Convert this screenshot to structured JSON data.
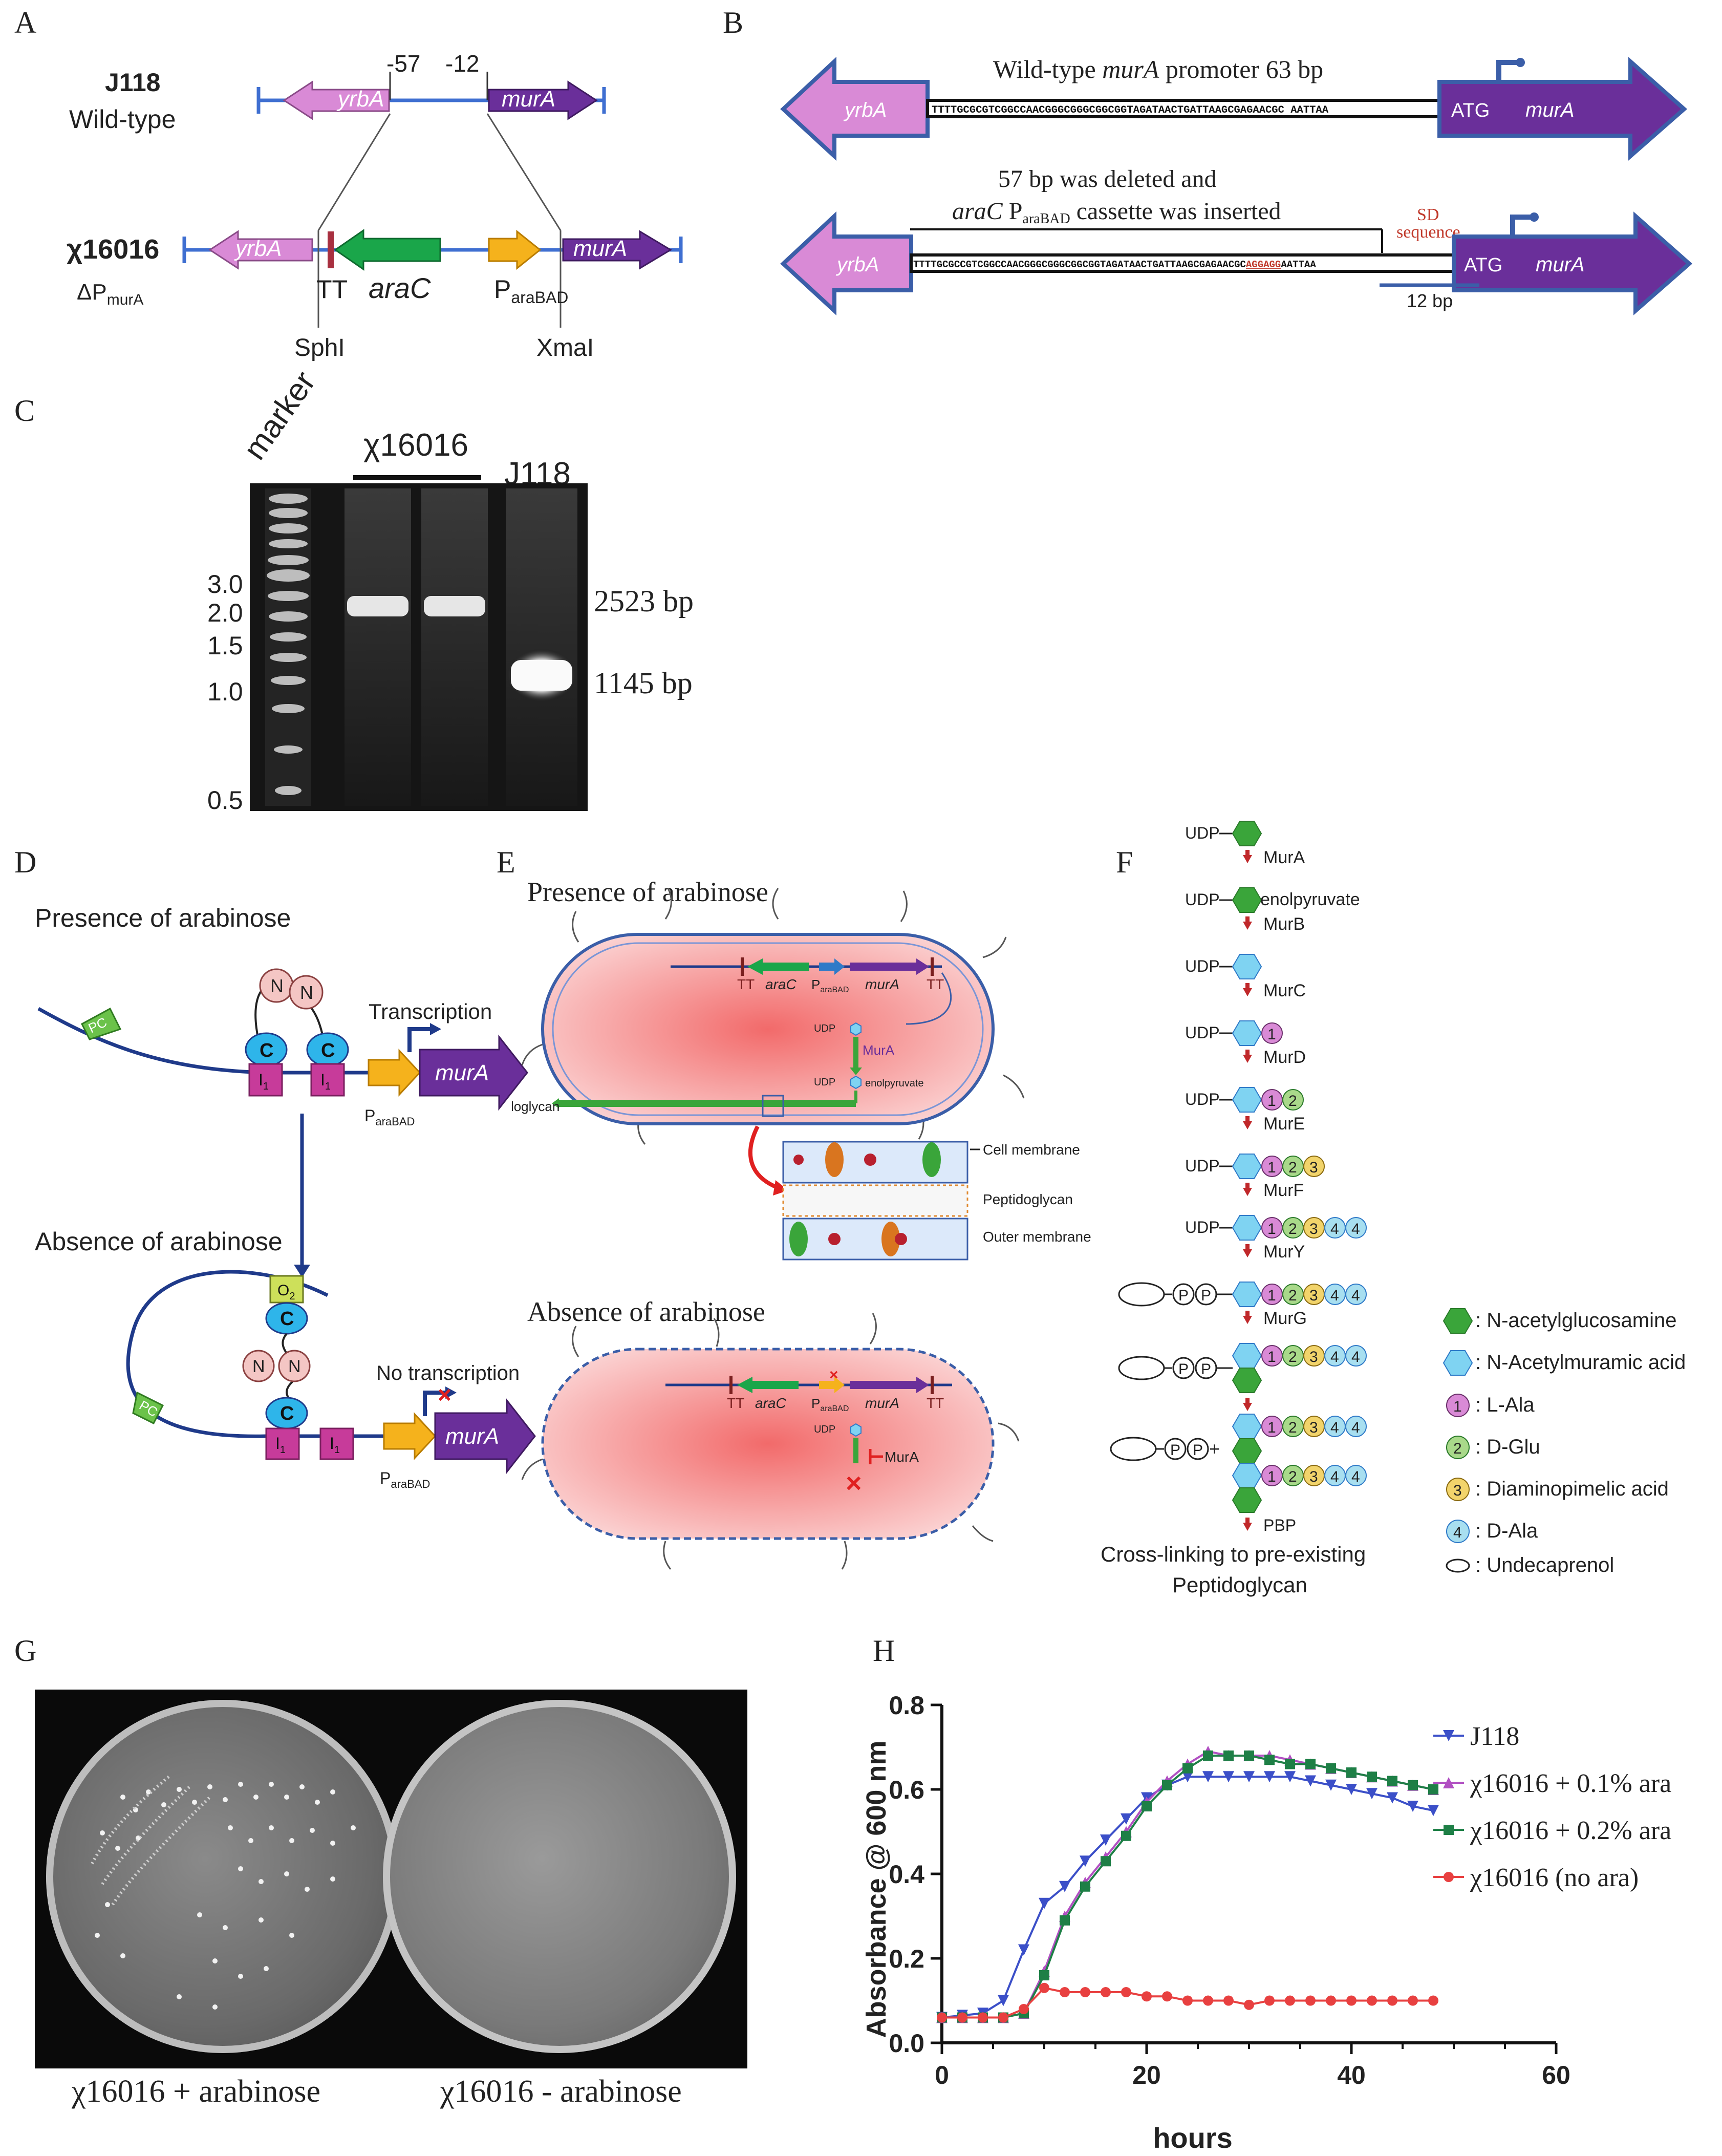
{
  "panel_labels": {
    "A": "A",
    "B": "B",
    "C": "C",
    "D": "D",
    "E": "E",
    "F": "F",
    "G": "G",
    "H": "H"
  },
  "panel_a": {
    "strain_wt": "J118",
    "strain_wt_sub": "Wild-type",
    "pos_57": "-57",
    "pos_12": "-12",
    "gene_yrbA": "yrbA",
    "gene_murA": "murA",
    "strain_mut": "χ16016",
    "strain_mut_sub_main": "ΔP",
    "strain_mut_sub_sub": "murA",
    "tt": "TT",
    "araC": "araC",
    "para_main": "P",
    "para_sub": "araBAD",
    "sphI": "SphI",
    "xmaI": "XmaI"
  },
  "panel_b": {
    "title_wt_pre": "Wild-type ",
    "title_wt_gene": "murA",
    "title_wt_post": " promoter 63 bp",
    "seq_wt": "TTTTGCGCGTCGGCCAACGGGCGGGCGGCGGTAGATAACTGATTAAGCGAGAACGC AATTAA",
    "atg": "ATG",
    "yrbA": "yrbA",
    "murA": "murA",
    "deleted_line1": "57 bp was deleted and",
    "deleted_line2_gene": "araC",
    "deleted_line2_p": " P",
    "deleted_line2_sub": "araBAD",
    "deleted_line2_post": " cassette was inserted",
    "sd_line1": "SD",
    "sd_line2": "sequence",
    "seq_mut_pre": "TTTTGCGCCGTCGGCCAACGGGCGGGCGGCGGTAGATAACTGATTAAGCGAGAACGC",
    "seq_mut_sd": "AGGAGG",
    "seq_mut_post": "AATTAA",
    "bp12": "12 bp",
    "sd_color": "#c0392b"
  },
  "panel_c": {
    "marker": "marker",
    "lane_mut": "χ16016",
    "lane_wt": "J118",
    "ladder": [
      "3.0",
      "2.0",
      "1.5",
      "1.0",
      "0.5"
    ],
    "band_top": "2523 bp",
    "band_bottom": "1145 bp"
  },
  "panel_d": {
    "presence": "Presence of arabinose",
    "absence": "Absence of arabinose",
    "transcription": "Transcription",
    "no_transcription": "No transcription",
    "pc": "PC",
    "n": "N",
    "c": "C",
    "i1_main": "I",
    "i1_sub": "1",
    "o2_main": "O",
    "o2_sub": "2",
    "murA": "murA",
    "para_main": "P",
    "para_sub": "araBAD"
  },
  "panel_e": {
    "presence": "Presence of arabinose",
    "absence": "Absence of arabinose",
    "tt": "TT",
    "araC": "araC",
    "para_main": "P",
    "para_sub": "araBAD",
    "murA": "murA",
    "udp": "UDP",
    "mura_enzyme": "MurA",
    "enolpyruvate": "enolpyruvate",
    "peptidoglycan": "Peptidoglycan",
    "cell_membrane": "Cell membrane",
    "peptidoglycan_layer": "Peptidoglycan",
    "outer_membrane": "Outer membrane"
  },
  "panel_f": {
    "steps": [
      {
        "label": "UDP",
        "enzyme": "MurA",
        "extra": "",
        "circles": []
      },
      {
        "label": "UDP",
        "enzyme": "MurB",
        "extra": "enolpyruvate",
        "circles": []
      },
      {
        "label": "UDP",
        "enzyme": "MurC",
        "extra": "",
        "circles": []
      },
      {
        "label": "UDP",
        "enzyme": "MurD",
        "extra": "",
        "circles": [
          "1"
        ]
      },
      {
        "label": "UDP",
        "enzyme": "MurE",
        "extra": "",
        "circles": [
          "1",
          "2"
        ]
      },
      {
        "label": "UDP",
        "enzyme": "MurF",
        "extra": "",
        "circles": [
          "1",
          "2",
          "3"
        ]
      },
      {
        "label": "UDP",
        "enzyme": "MurY",
        "extra": "",
        "circles": [
          "1",
          "2",
          "3",
          "4",
          "4"
        ]
      },
      {
        "label": "",
        "enzyme": "MurG",
        "extra": "",
        "circles": [
          "1",
          "2",
          "3",
          "4",
          "4"
        ]
      }
    ],
    "pbp": "PBP",
    "p": "P",
    "plus": "+",
    "cross_line1": "Cross-linking to pre-existing",
    "cross_line2": "Peptidoglycan",
    "legend": [
      {
        "sym": "hex-green",
        "text": ": N-acetylglucosamine"
      },
      {
        "sym": "hex-blue",
        "text": ": N-Acetylmuramic acid"
      },
      {
        "sym": "1",
        "text": ": L-Ala"
      },
      {
        "sym": "2",
        "text": ": D-Glu"
      },
      {
        "sym": "3",
        "text": ": Diaminopimelic acid"
      },
      {
        "sym": "4",
        "text": ": D-Ala"
      },
      {
        "sym": "ellipse",
        "text": ": Undecaprenol"
      }
    ],
    "colors": {
      "c1": "#d98ad6",
      "c2": "#a9d98a",
      "c3": "#f2d46b",
      "c4": "#a8dff0",
      "glcnac": "#3aa53a",
      "murnac": "#7fd3f2"
    }
  },
  "panel_g": {
    "left_caption": "χ16016 + arabinose",
    "right_caption": "χ16016 - arabinose"
  },
  "chart_data": {
    "type": "line",
    "title": "",
    "xlabel": "hours",
    "ylabel": "Absorbance @ 600 nm",
    "xlim": [
      0,
      60
    ],
    "ylim": [
      0.0,
      0.8
    ],
    "xticks": [
      0,
      20,
      40,
      60
    ],
    "yticks": [
      0.0,
      0.2,
      0.4,
      0.6,
      0.8
    ],
    "legend_position": "right",
    "series": [
      {
        "name": "J118",
        "color": "#3b4fc8",
        "marker": "triangle-down",
        "x": [
          0,
          2,
          4,
          6,
          8,
          10,
          12,
          14,
          16,
          18,
          20,
          22,
          24,
          26,
          28,
          30,
          32,
          34,
          36,
          38,
          40,
          42,
          44,
          46,
          48
        ],
        "y": [
          0.06,
          0.065,
          0.07,
          0.1,
          0.22,
          0.33,
          0.37,
          0.43,
          0.48,
          0.53,
          0.58,
          0.61,
          0.63,
          0.63,
          0.63,
          0.63,
          0.63,
          0.63,
          0.62,
          0.61,
          0.6,
          0.59,
          0.58,
          0.56,
          0.55
        ]
      },
      {
        "name": "χ16016 + 0.1% ara",
        "color": "#b14fc2",
        "marker": "triangle-up",
        "x": [
          0,
          2,
          4,
          6,
          8,
          10,
          12,
          14,
          16,
          18,
          20,
          22,
          24,
          26,
          28,
          30,
          32,
          34,
          36,
          38,
          40,
          42,
          44,
          46,
          48
        ],
        "y": [
          0.06,
          0.06,
          0.06,
          0.06,
          0.07,
          0.17,
          0.3,
          0.38,
          0.44,
          0.5,
          0.57,
          0.62,
          0.66,
          0.69,
          0.68,
          0.68,
          0.68,
          0.67,
          0.66,
          0.65,
          0.64,
          0.63,
          0.62,
          0.61,
          0.6
        ]
      },
      {
        "name": "χ16016 + 0.2% ara",
        "color": "#1e7f46",
        "marker": "square",
        "x": [
          0,
          2,
          4,
          6,
          8,
          10,
          12,
          14,
          16,
          18,
          20,
          22,
          24,
          26,
          28,
          30,
          32,
          34,
          36,
          38,
          40,
          42,
          44,
          46,
          48
        ],
        "y": [
          0.06,
          0.06,
          0.06,
          0.06,
          0.07,
          0.16,
          0.29,
          0.37,
          0.43,
          0.49,
          0.56,
          0.61,
          0.65,
          0.68,
          0.68,
          0.68,
          0.67,
          0.66,
          0.66,
          0.65,
          0.64,
          0.63,
          0.62,
          0.61,
          0.6
        ]
      },
      {
        "name": "χ16016  (no ara)",
        "color": "#e84040",
        "marker": "circle",
        "x": [
          0,
          2,
          4,
          6,
          8,
          10,
          12,
          14,
          16,
          18,
          20,
          22,
          24,
          26,
          28,
          30,
          32,
          34,
          36,
          38,
          40,
          42,
          44,
          46,
          48
        ],
        "y": [
          0.06,
          0.06,
          0.06,
          0.06,
          0.08,
          0.13,
          0.12,
          0.12,
          0.12,
          0.12,
          0.11,
          0.11,
          0.1,
          0.1,
          0.1,
          0.09,
          0.1,
          0.1,
          0.1,
          0.1,
          0.1,
          0.1,
          0.1,
          0.1,
          0.1
        ]
      }
    ]
  }
}
